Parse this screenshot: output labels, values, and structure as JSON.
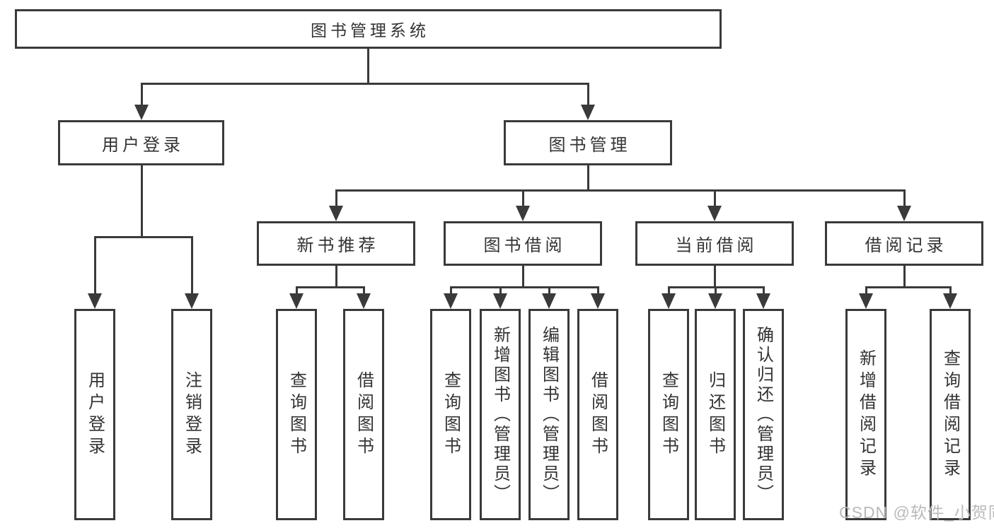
{
  "tree": {
    "root": "图书管理系统",
    "branches": [
      {
        "label": "用户登录",
        "children": [
          "用户登录",
          "注销登录"
        ]
      },
      {
        "label": "图书管理",
        "groups": [
          {
            "label": "新书推荐",
            "children": [
              "查询图书",
              "借阅图书"
            ]
          },
          {
            "label": "图书借阅",
            "children": [
              "查询图书",
              "新增图书（管理员）",
              "编辑图书（管理员）",
              "借阅图书"
            ]
          },
          {
            "label": "当前借阅",
            "children": [
              "查询图书",
              "归还图书",
              "确认归还（管理员）"
            ]
          },
          {
            "label": "借阅记录",
            "children": [
              "新增借阅记录",
              "查询借阅记录"
            ]
          }
        ]
      }
    ]
  },
  "watermark": "CSDN @软件_小贺同学",
  "colors": {
    "line": "#3a3a3a",
    "text": "#333333",
    "background": "#ffffff",
    "watermark": "#b9b9b9"
  }
}
